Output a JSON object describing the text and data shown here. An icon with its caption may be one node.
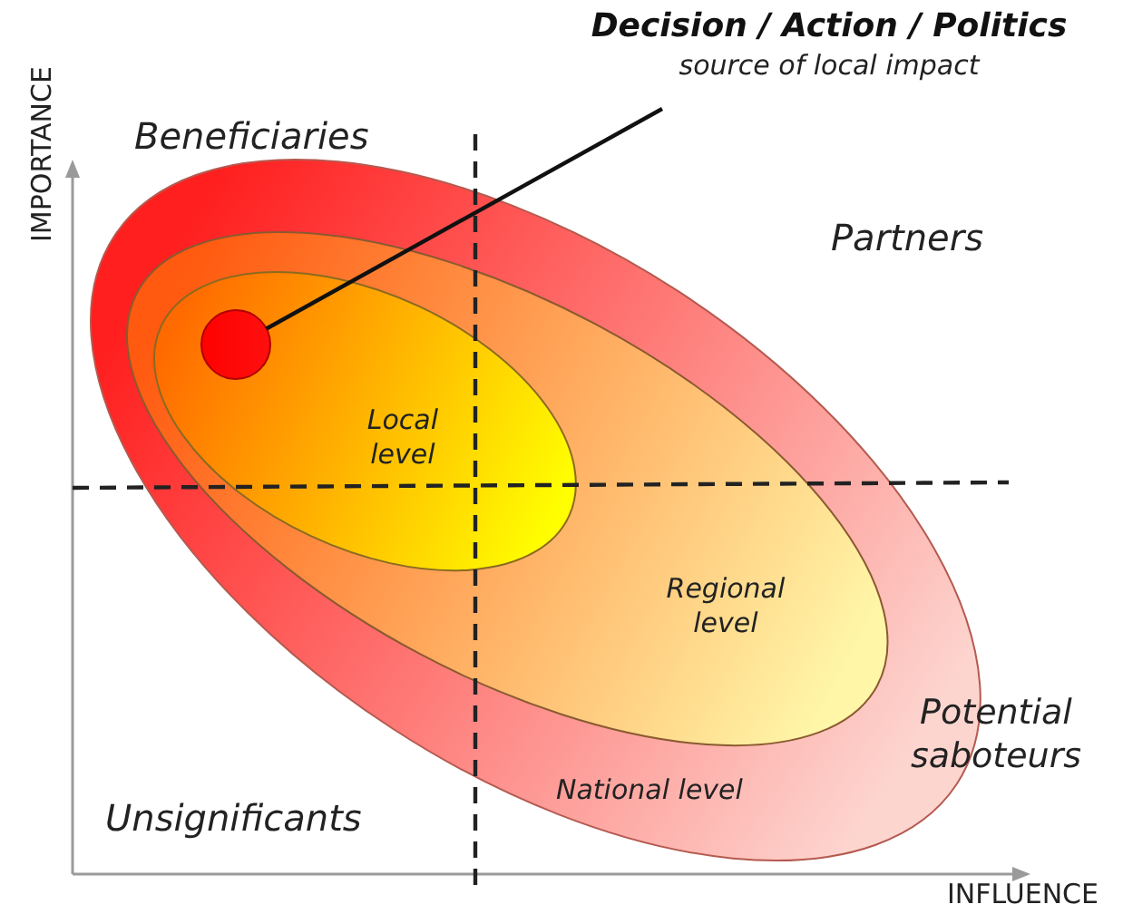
{
  "diagram": {
    "nodes": [
      {
        "text": [
          "Decision / Action / Politics",
          "source of local impact"
        ]
      },
      {
        "text": [
          "National level"
        ]
      },
      {
        "text": [
          "Regional level"
        ],
        "in": 1
      },
      {
        "text": [
          "Local level"
        ],
        "in": 2
      },
      {
        "text": [],
        "shape": "circle",
        "in": 3
      }
    ],
    "edges": [
      {
        "from": 0,
        "to": 4,
        "arrow": "none"
      }
    ],
    "labels": [
      "IMPORTANCE",
      "Beneficiaries",
      "Partners",
      "Potential saboteurs",
      "Unsignificants",
      "INFLUENCE"
    ]
  }
}
